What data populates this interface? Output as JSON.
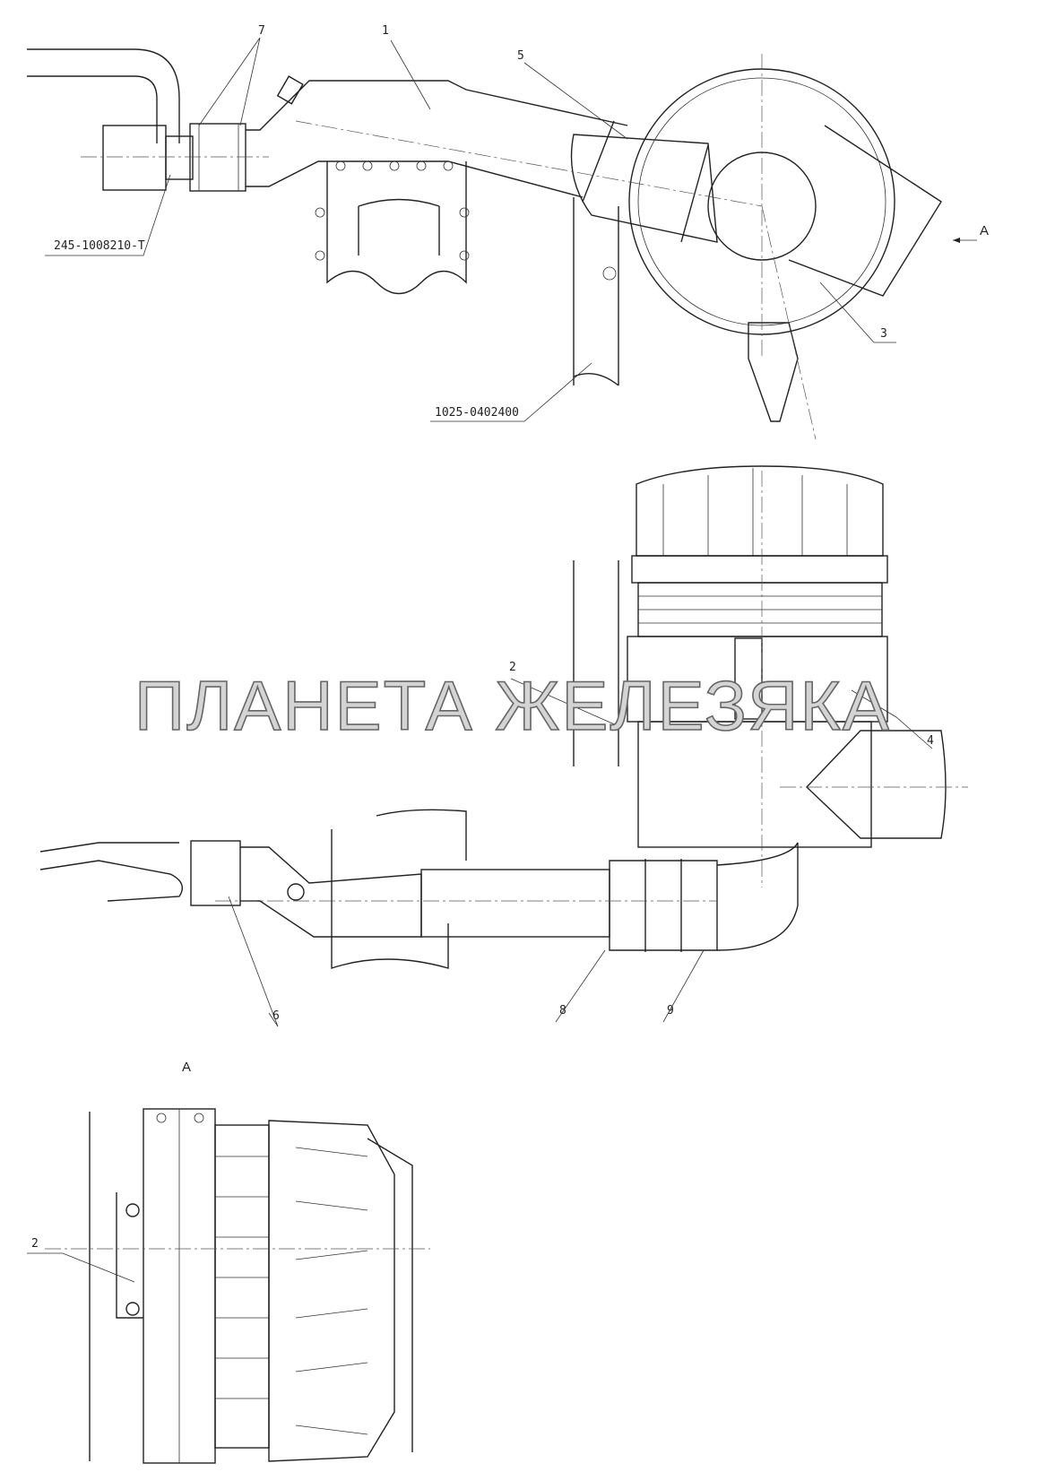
{
  "callouts": {
    "top": {
      "p7": "7",
      "p1": "1",
      "p5": "5",
      "part_245": "245-1008210-T",
      "view_a": "A",
      "p3": "3",
      "part_1025": "1025-0402400"
    },
    "middle": {
      "p2": "2",
      "p4": "4",
      "p6": "6",
      "p8": "8",
      "p9": "9"
    },
    "bottom": {
      "view_title": "A",
      "p2": "2"
    }
  },
  "watermark": "ПЛАНЕТА ЖЕЛЕЗЯКА"
}
